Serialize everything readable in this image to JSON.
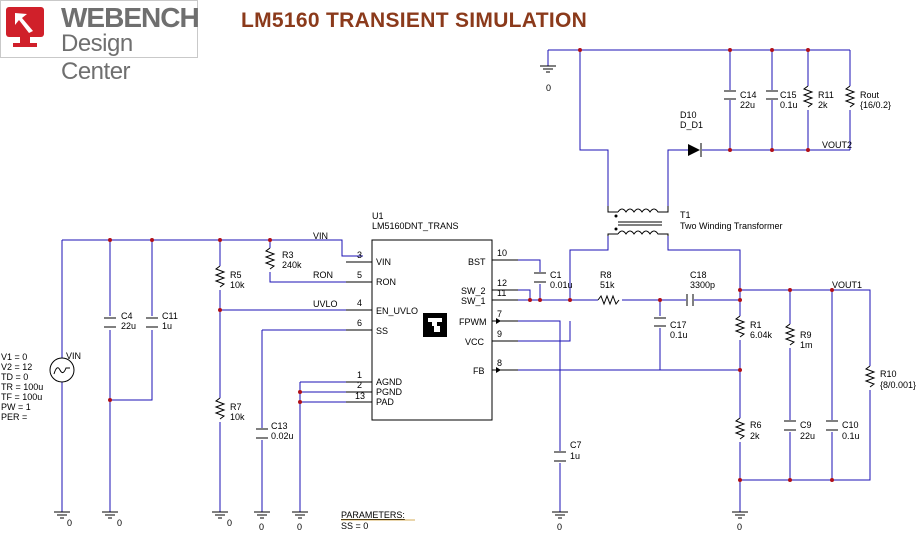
{
  "title": "LM5160 TRANSIENT SIMULATION",
  "logo": {
    "word": "WEBENCH",
    "sub": "Design Center"
  },
  "colors": {
    "title": "#8b3a1b",
    "wire": "#1b12b5",
    "pin_text": "#1b12b5",
    "params": "#c79020",
    "logo_red": "#d0202a"
  },
  "ic": {
    "ref": "U1",
    "part": "LM5160DNT_TRANS",
    "pins": [
      {
        "num": "3",
        "name": "VIN"
      },
      {
        "num": "5",
        "name": "RON"
      },
      {
        "num": "4",
        "name": "EN_UVLO"
      },
      {
        "num": "6",
        "name": "SS"
      },
      {
        "num": "1",
        "name": "AGND"
      },
      {
        "num": "2",
        "name": "PGND"
      },
      {
        "num": "13",
        "name": "PAD"
      },
      {
        "num": "10",
        "name": "BST"
      },
      {
        "num": "12",
        "name": "SW_2"
      },
      {
        "num": "11",
        "name": "SW_1"
      },
      {
        "num": "7",
        "name": "FPWM"
      },
      {
        "num": "9",
        "name": "VCC"
      },
      {
        "num": "8",
        "name": "FB"
      }
    ]
  },
  "source": {
    "name": "VIN",
    "params": [
      "V1 = 0",
      "V2 = 12",
      "TD = 0",
      "TR = 100u",
      "TF = 100u",
      "PW = 1",
      "PER ="
    ]
  },
  "nets": {
    "vin": "VIN",
    "ron": "RON",
    "uvlo": "UVLO",
    "vout1": "VOUT1",
    "vout2": "VOUT2"
  },
  "components": [
    {
      "ref": "R3",
      "value": "240k"
    },
    {
      "ref": "R5",
      "value": "10k"
    },
    {
      "ref": "R7",
      "value": "10k"
    },
    {
      "ref": "C4",
      "value": "22u"
    },
    {
      "ref": "C11",
      "value": "1u"
    },
    {
      "ref": "C13",
      "value": "0.02u"
    },
    {
      "ref": "C1",
      "value": "0.01u"
    },
    {
      "ref": "R8",
      "value": "51k"
    },
    {
      "ref": "C18",
      "value": "3300p"
    },
    {
      "ref": "C17",
      "value": "0.1u"
    },
    {
      "ref": "C7",
      "value": "1u"
    },
    {
      "ref": "R1",
      "value": "6.04k"
    },
    {
      "ref": "R6",
      "value": "2k"
    },
    {
      "ref": "R9",
      "value": "1m"
    },
    {
      "ref": "C9",
      "value": "22u"
    },
    {
      "ref": "C10",
      "value": "0.1u"
    },
    {
      "ref": "R10",
      "value": "{8/0.001}"
    },
    {
      "ref": "C14",
      "value": "22u"
    },
    {
      "ref": "C15",
      "value": "0.1u"
    },
    {
      "ref": "R11",
      "value": "2k"
    },
    {
      "ref": "Rout",
      "value": "{16/0.2}"
    },
    {
      "ref": "D10",
      "value": "D_D1"
    },
    {
      "ref": "T1",
      "value": "Two Winding Transformer"
    }
  ],
  "ground_label": "0",
  "parameters": {
    "heading": "PARAMETERS:",
    "value": "SS = 0"
  }
}
